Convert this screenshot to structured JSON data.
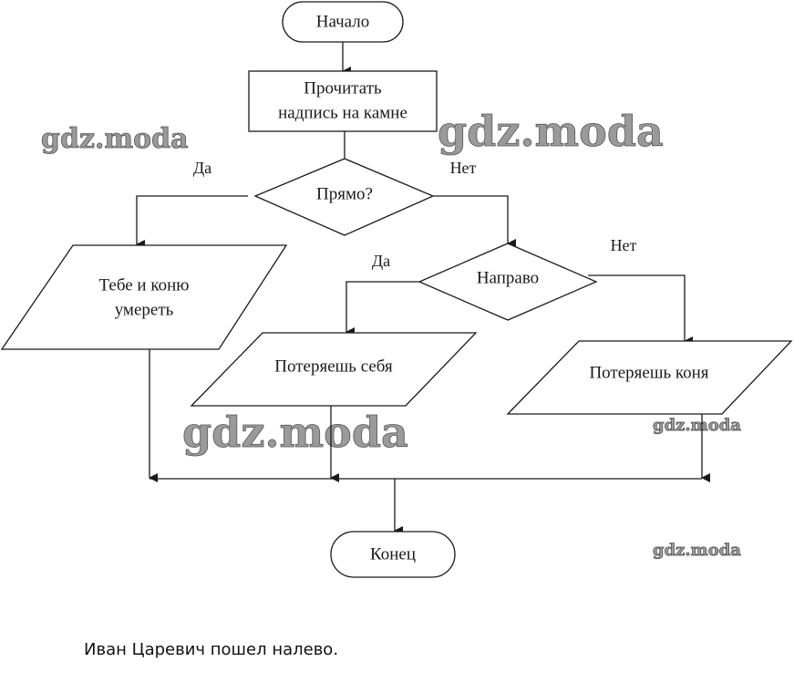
{
  "flowchart": {
    "start": "Начало",
    "read_step": [
      "Прочитать",
      "надпись на камне"
    ],
    "decision_straight": "Прямо?",
    "decision_right": "Направо",
    "branch_yes": "Да",
    "branch_no": "Нет",
    "output_straight": [
      "Тебе и коню",
      "умереть"
    ],
    "output_right": "Потеряешь себя",
    "output_left": "Потеряешь коня",
    "end": "Конец"
  },
  "watermark": "gdz.moda",
  "answer": "Иван Царевич пошел налево."
}
